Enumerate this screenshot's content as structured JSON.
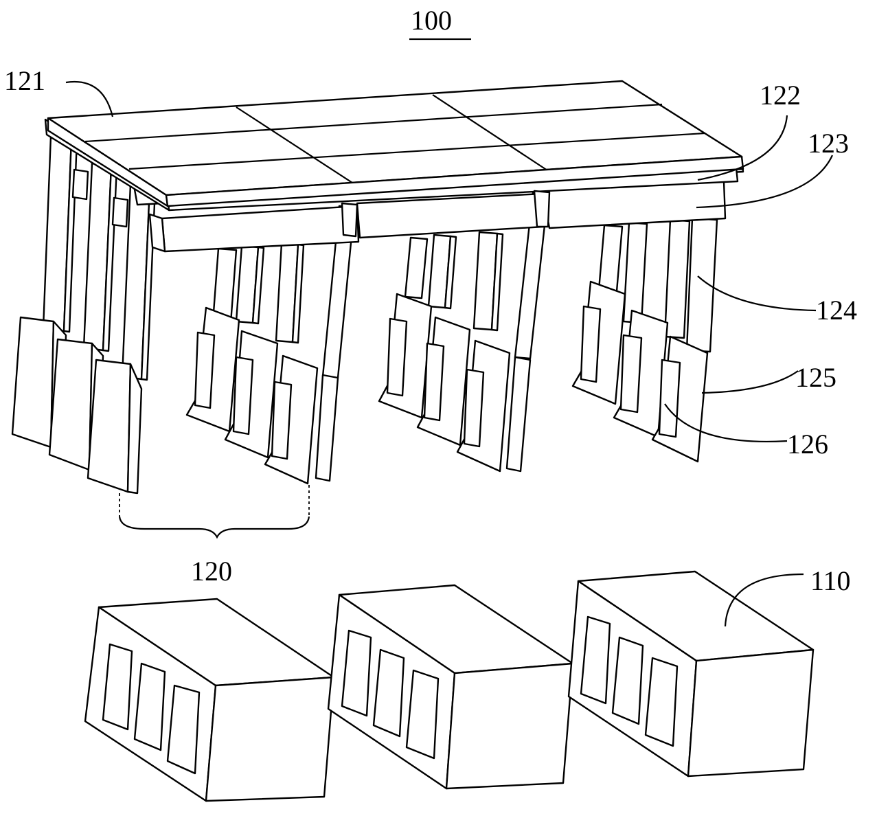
{
  "figure": {
    "title": "100",
    "labels": {
      "l121": "121",
      "l122": "122",
      "l123": "123",
      "l124": "124",
      "l125": "125",
      "l126": "126",
      "l120": "120",
      "l110": "110"
    }
  },
  "colors": {
    "stroke": "#000000",
    "background": "#ffffff"
  }
}
